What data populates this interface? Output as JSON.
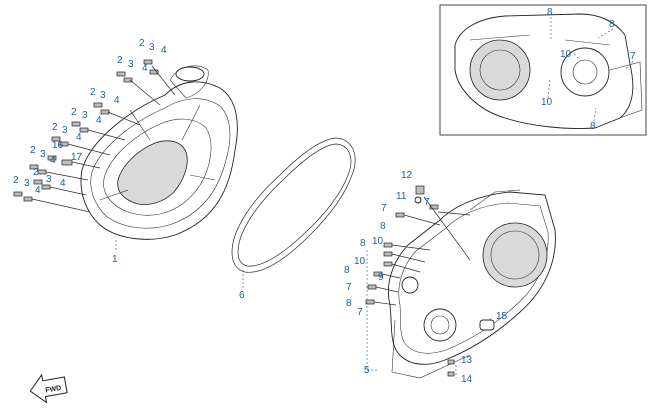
{
  "callouts": [
    {
      "id": "c2a",
      "text": "2"
    },
    {
      "id": "c3a",
      "text": "3"
    },
    {
      "id": "c4a",
      "text": "4"
    },
    {
      "id": "c2b",
      "text": "2"
    },
    {
      "id": "c3b",
      "text": "3"
    },
    {
      "id": "c4b",
      "text": "4"
    },
    {
      "id": "c2c",
      "text": "2"
    },
    {
      "id": "c3c",
      "text": "3"
    },
    {
      "id": "c4c",
      "text": "4"
    },
    {
      "id": "c2d",
      "text": "2"
    },
    {
      "id": "c3d",
      "text": "3"
    },
    {
      "id": "c4d",
      "text": "4"
    },
    {
      "id": "c2e",
      "text": "2"
    },
    {
      "id": "c3e",
      "text": "3"
    },
    {
      "id": "c4e",
      "text": "4"
    },
    {
      "id": "c4f",
      "text": "4"
    },
    {
      "id": "c16",
      "text": "16"
    },
    {
      "id": "c17",
      "text": "17"
    },
    {
      "id": "c2g",
      "text": "2"
    },
    {
      "id": "c3g",
      "text": "3"
    },
    {
      "id": "c4g",
      "text": "4"
    },
    {
      "id": "c2h",
      "text": "2"
    },
    {
      "id": "c3h",
      "text": "3"
    },
    {
      "id": "c4h",
      "text": "4"
    },
    {
      "id": "c2i",
      "text": "2"
    },
    {
      "id": "c3i",
      "text": "3"
    },
    {
      "id": "c4i",
      "text": "4"
    },
    {
      "id": "c1",
      "text": "1"
    },
    {
      "id": "c6",
      "text": "6"
    },
    {
      "id": "c12",
      "text": "12"
    },
    {
      "id": "c11",
      "text": "11"
    },
    {
      "id": "c7a",
      "text": "7"
    },
    {
      "id": "c7b",
      "text": "7"
    },
    {
      "id": "c8a",
      "text": "8"
    },
    {
      "id": "c10a",
      "text": "10"
    },
    {
      "id": "c8b",
      "text": "8"
    },
    {
      "id": "c10b",
      "text": "10"
    },
    {
      "id": "c8c",
      "text": "8"
    },
    {
      "id": "c9",
      "text": "9"
    },
    {
      "id": "c7c",
      "text": "7"
    },
    {
      "id": "c8d",
      "text": "8"
    },
    {
      "id": "c7d",
      "text": "7"
    },
    {
      "id": "c15",
      "text": "15"
    },
    {
      "id": "c5",
      "text": "5"
    },
    {
      "id": "c13",
      "text": "13"
    },
    {
      "id": "c14",
      "text": "14"
    },
    {
      "id": "i8a",
      "text": "8"
    },
    {
      "id": "i8b",
      "text": "8"
    },
    {
      "id": "i10a",
      "text": "10"
    },
    {
      "id": "i7",
      "text": "7"
    },
    {
      "id": "i10b",
      "text": "10"
    },
    {
      "id": "i8c",
      "text": "8"
    }
  ],
  "fwd_label": "FWD",
  "colors": {
    "callout": "#1f5ea8",
    "line": "#2b2b2b",
    "leader": "#3a6db0"
  }
}
